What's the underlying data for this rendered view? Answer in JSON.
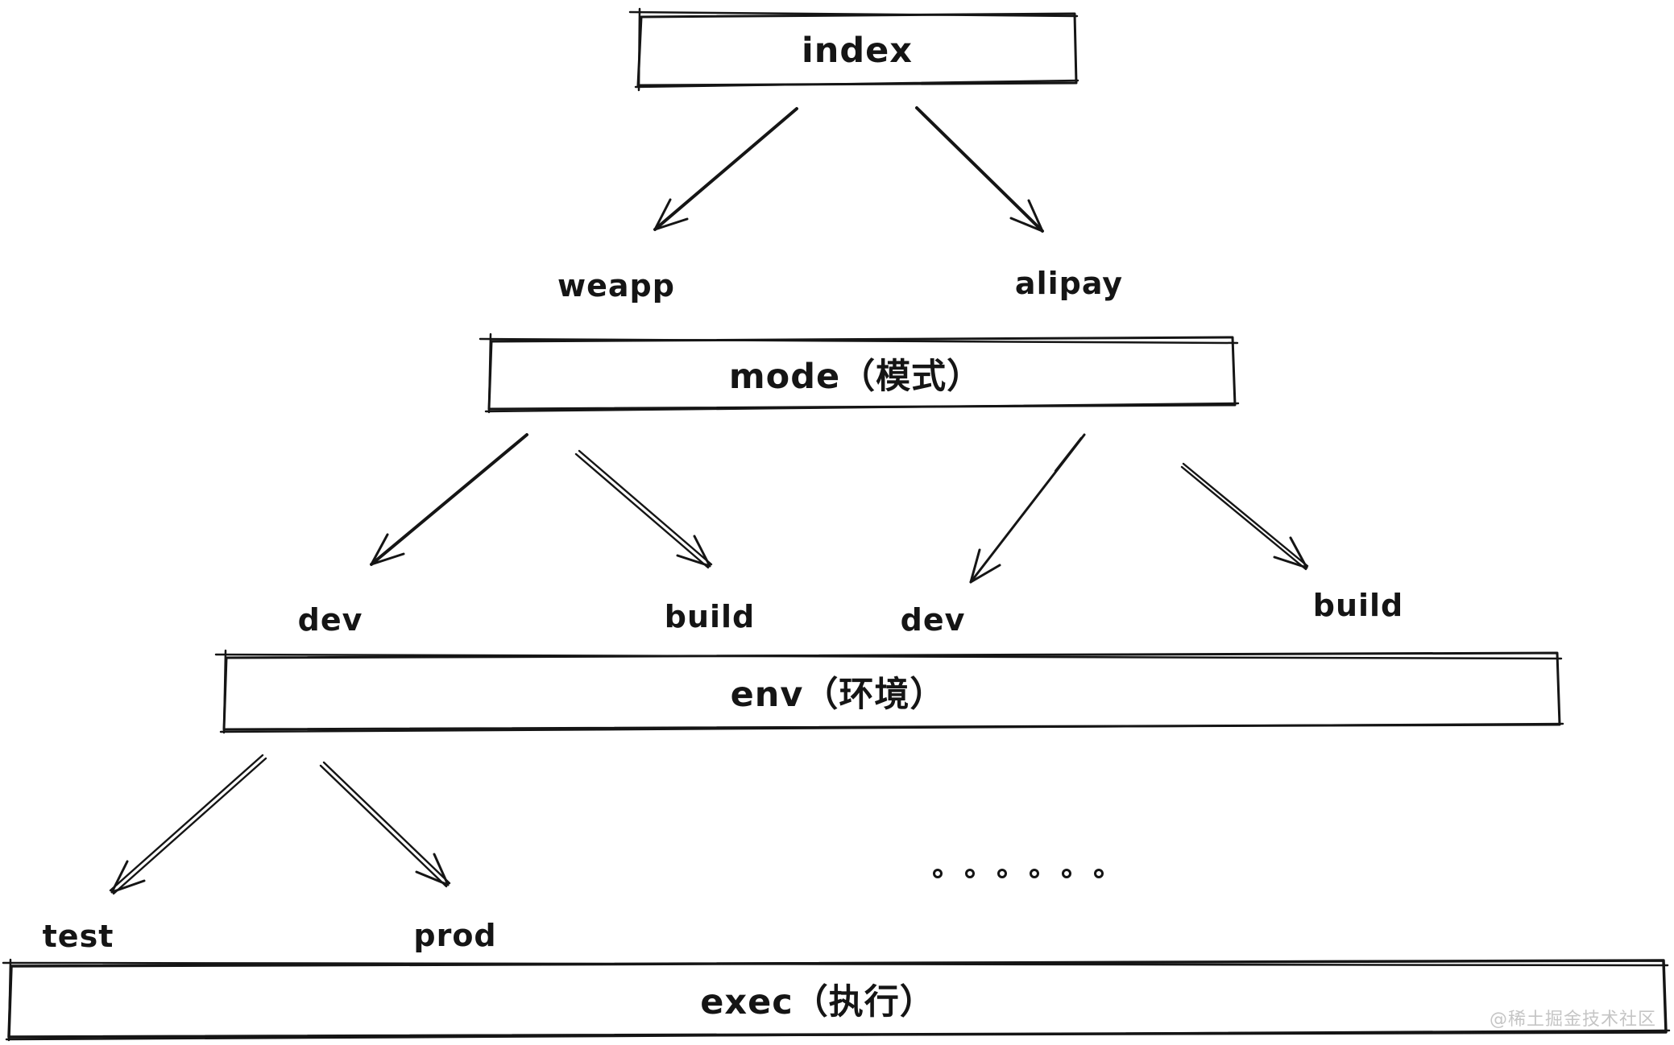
{
  "page": {
    "background": "#ffffff",
    "ink_color": "#151515",
    "watermark_color": "#c5c5c5"
  },
  "nodes": {
    "index": "index",
    "mode": "mode（模式）",
    "env": "env（环境）",
    "exec": "exec（执行）"
  },
  "branch_labels": {
    "weapp": "weapp",
    "alipay": "alipay",
    "mode_dev_left": "dev",
    "mode_build_left": "build",
    "mode_dev_right": "dev",
    "mode_build_right": "build",
    "env_test": "test",
    "env_prod": "prod"
  },
  "ellipsis": {
    "dot_count": 6,
    "style": "hollow-circles"
  },
  "watermark": "@稀土掘金技术社区"
}
